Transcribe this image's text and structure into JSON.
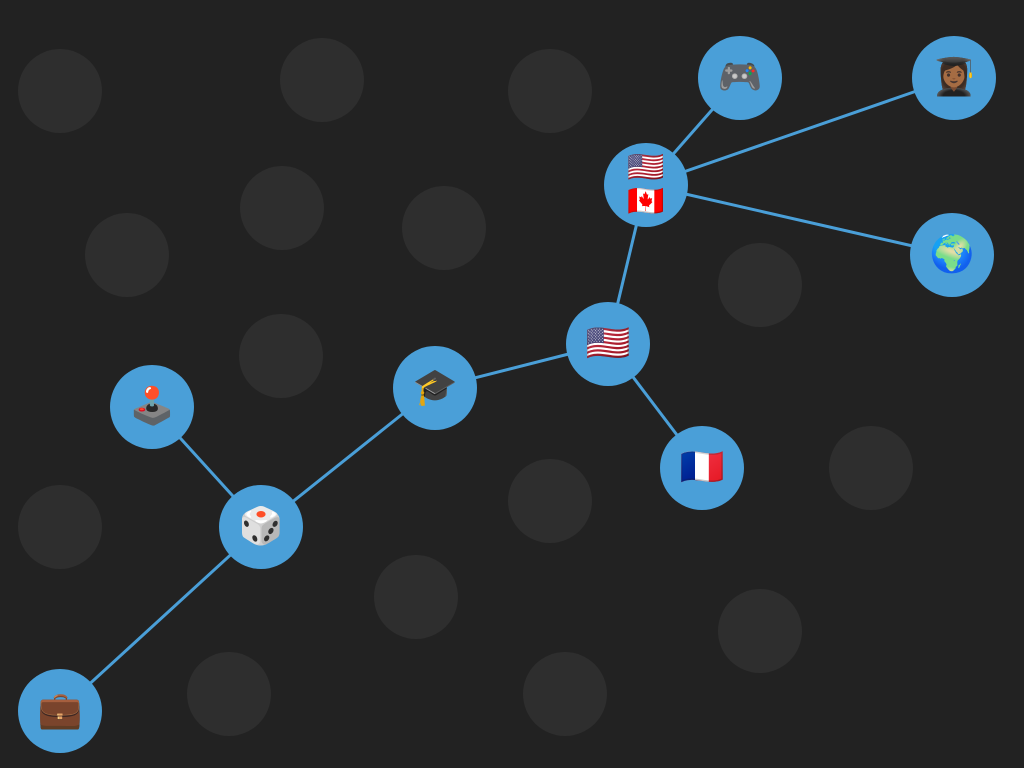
{
  "colors": {
    "background": "#222222",
    "placeholder_dot": "#2e2e2e",
    "node_fill": "#4a9fd8",
    "link_stroke": "#4a9fd8"
  },
  "nodes": [
    {
      "id": "gamepad",
      "icon": "video-game-controller-icon",
      "emoji": [
        "🎮"
      ]
    },
    {
      "id": "graduate",
      "icon": "woman-student-icon",
      "emoji": [
        "👩🏾‍🎓"
      ]
    },
    {
      "id": "us-canada",
      "icon": "us-canada-flags-icon",
      "emoji": [
        "🇺🇸",
        "🇨🇦"
      ]
    },
    {
      "id": "globe",
      "icon": "globe-europe-africa-icon",
      "emoji": [
        "🌍"
      ]
    },
    {
      "id": "us",
      "icon": "us-flag-icon",
      "emoji": [
        "🇺🇸"
      ]
    },
    {
      "id": "grad-cap",
      "icon": "graduation-cap-icon",
      "emoji": [
        "🎓"
      ]
    },
    {
      "id": "joystick",
      "icon": "joystick-icon",
      "emoji": [
        "🕹️"
      ]
    },
    {
      "id": "france",
      "icon": "france-flag-icon",
      "emoji": [
        "🇫🇷"
      ]
    },
    {
      "id": "dice",
      "icon": "game-die-icon",
      "emoji": [
        "🎲"
      ]
    },
    {
      "id": "briefcase",
      "icon": "briefcase-icon",
      "emoji": [
        "💼"
      ]
    }
  ],
  "links": [
    {
      "from": "us-canada",
      "to": "gamepad"
    },
    {
      "from": "us-canada",
      "to": "graduate"
    },
    {
      "from": "us-canada",
      "to": "globe"
    },
    {
      "from": "us-canada",
      "to": "us"
    },
    {
      "from": "us",
      "to": "grad-cap"
    },
    {
      "from": "us",
      "to": "france"
    },
    {
      "from": "grad-cap",
      "to": "dice"
    },
    {
      "from": "dice",
      "to": "joystick"
    },
    {
      "from": "dice",
      "to": "briefcase"
    }
  ]
}
